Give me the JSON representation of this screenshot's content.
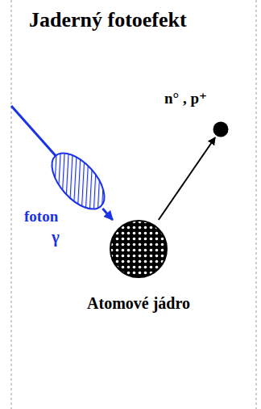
{
  "diagram": {
    "title": "Jaderný fotoefekt",
    "nodes": [
      {
        "text": [
          "foton",
          "γ"
        ]
      },
      {
        "text": [
          "Atomové jádro"
        ]
      },
      {
        "text": [
          "n° , p⁺"
        ]
      }
    ],
    "edges": [
      {
        "from": 0,
        "to": 1,
        "arrow": "to"
      },
      {
        "from": 1,
        "to": 2,
        "arrow": "to"
      }
    ]
  }
}
